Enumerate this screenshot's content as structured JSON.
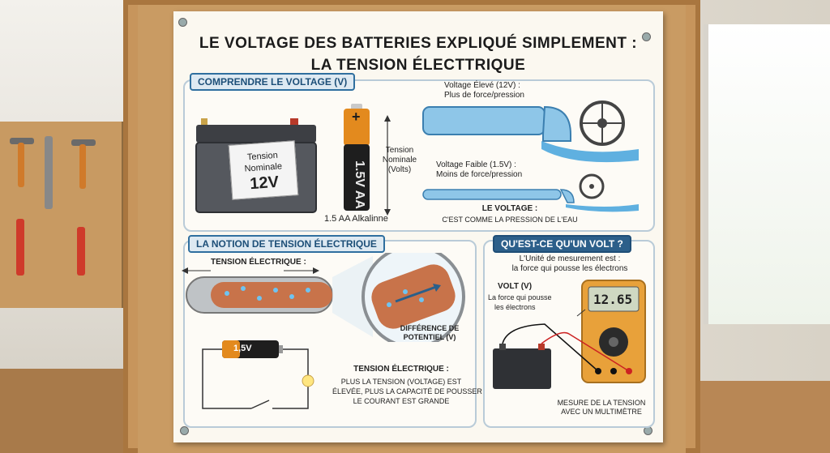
{
  "poster": {
    "title_line1": "LE VOLTAGE DES BATTERIES EXPLIQUÉ SIMPLEMENT :",
    "title_line2": "LA TENSION ÉLECTTRIQUE"
  },
  "section1": {
    "header": "COMPRENDRE LE VOLTAGE (V)",
    "battery_label_line1": "Tension",
    "battery_label_line2": "Nominale",
    "battery_label_line3": "12V",
    "aa_text": "1.5V AA",
    "aa_plus": "+",
    "nominal_line1": "Tension",
    "nominal_line2": "Nominale",
    "nominal_line3": "(Volts)",
    "aa_caption": "1.5 AA Alkalinne",
    "high_title": "Voltage Élevé (12V) :",
    "high_desc": "Plus de force/pression",
    "low_title": "Voltage Faible (1.5V) :",
    "low_desc": "Moins de force/pression",
    "analogy_title": "LE VOLTAGE :",
    "analogy_desc": "C'EST COMME LA PRESSION DE L'EAU"
  },
  "section2": {
    "header": "LA NOTION DE TENSION ÉLECTRIQUE",
    "tension_label": "TENSION ÉLECTRIQUE :",
    "diff_line1": "DIFFÉRENCE DE",
    "diff_line2": "POTENTIEL (V)",
    "cell_label": "1,5V",
    "explain_title": "TENSION ÉLECTRIQUE :",
    "explain_line1": "PLUS LA TENSION (VOLTAGE) EST",
    "explain_line2": "ÉLEVÉE, PLUS LA CAPACITÉ DE POUSSER",
    "explain_line3": "LE COURANT EST GRANDE"
  },
  "section3": {
    "header": "QU'EST-CE QU'UN VOLT ?",
    "unit_line1": "L'Unité de mesurement est :",
    "unit_line2": "la force qui pousse les électrons",
    "volt_title": "VOLT (V)",
    "volt_line1": "La force qui pousse",
    "volt_line2": "les électrons",
    "meter_reading": "12.65",
    "measure_line1": "MESURE DE LA TENSION",
    "measure_line2": "AVEC UN MULTIMÈTRE"
  },
  "colors": {
    "accent": "#2f6f9f",
    "pipe_water": "#5fb0e0",
    "copper": "#c8734a",
    "battery_orange": "#e38a1e",
    "multimeter": "#e8a13a"
  }
}
